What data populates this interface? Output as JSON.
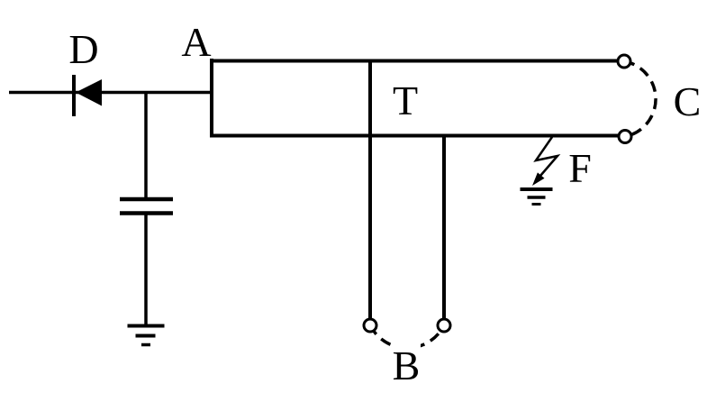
{
  "diagram": {
    "background_color": "#ffffff",
    "line_color": "#000000",
    "labels": {
      "diode": "D",
      "node_a": "A",
      "transformer": "T",
      "terminal_c": "C",
      "fault": "F",
      "terminal_b": "B"
    }
  }
}
